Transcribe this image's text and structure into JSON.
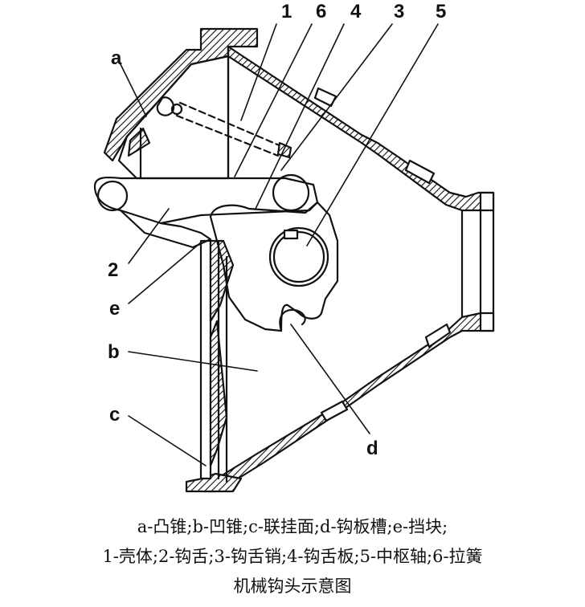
{
  "labels": {
    "n1": "1",
    "n6": "6",
    "n4": "4",
    "n3": "3",
    "n5": "5",
    "a": "a",
    "n2": "2",
    "e": "e",
    "b": "b",
    "c": "c",
    "d": "d"
  },
  "caption": {
    "line1": "a-凸锥;b-凹锥;c-联挂面;d-钩板槽;e-挡块;",
    "line2": "1-壳体;2-钩舌;3-钩舌销;4-钩舌板;5-中枢轴;6-拉簧",
    "line3": "机械钩头示意图"
  },
  "colors": {
    "ink": "#111111",
    "background": "#ffffff"
  }
}
